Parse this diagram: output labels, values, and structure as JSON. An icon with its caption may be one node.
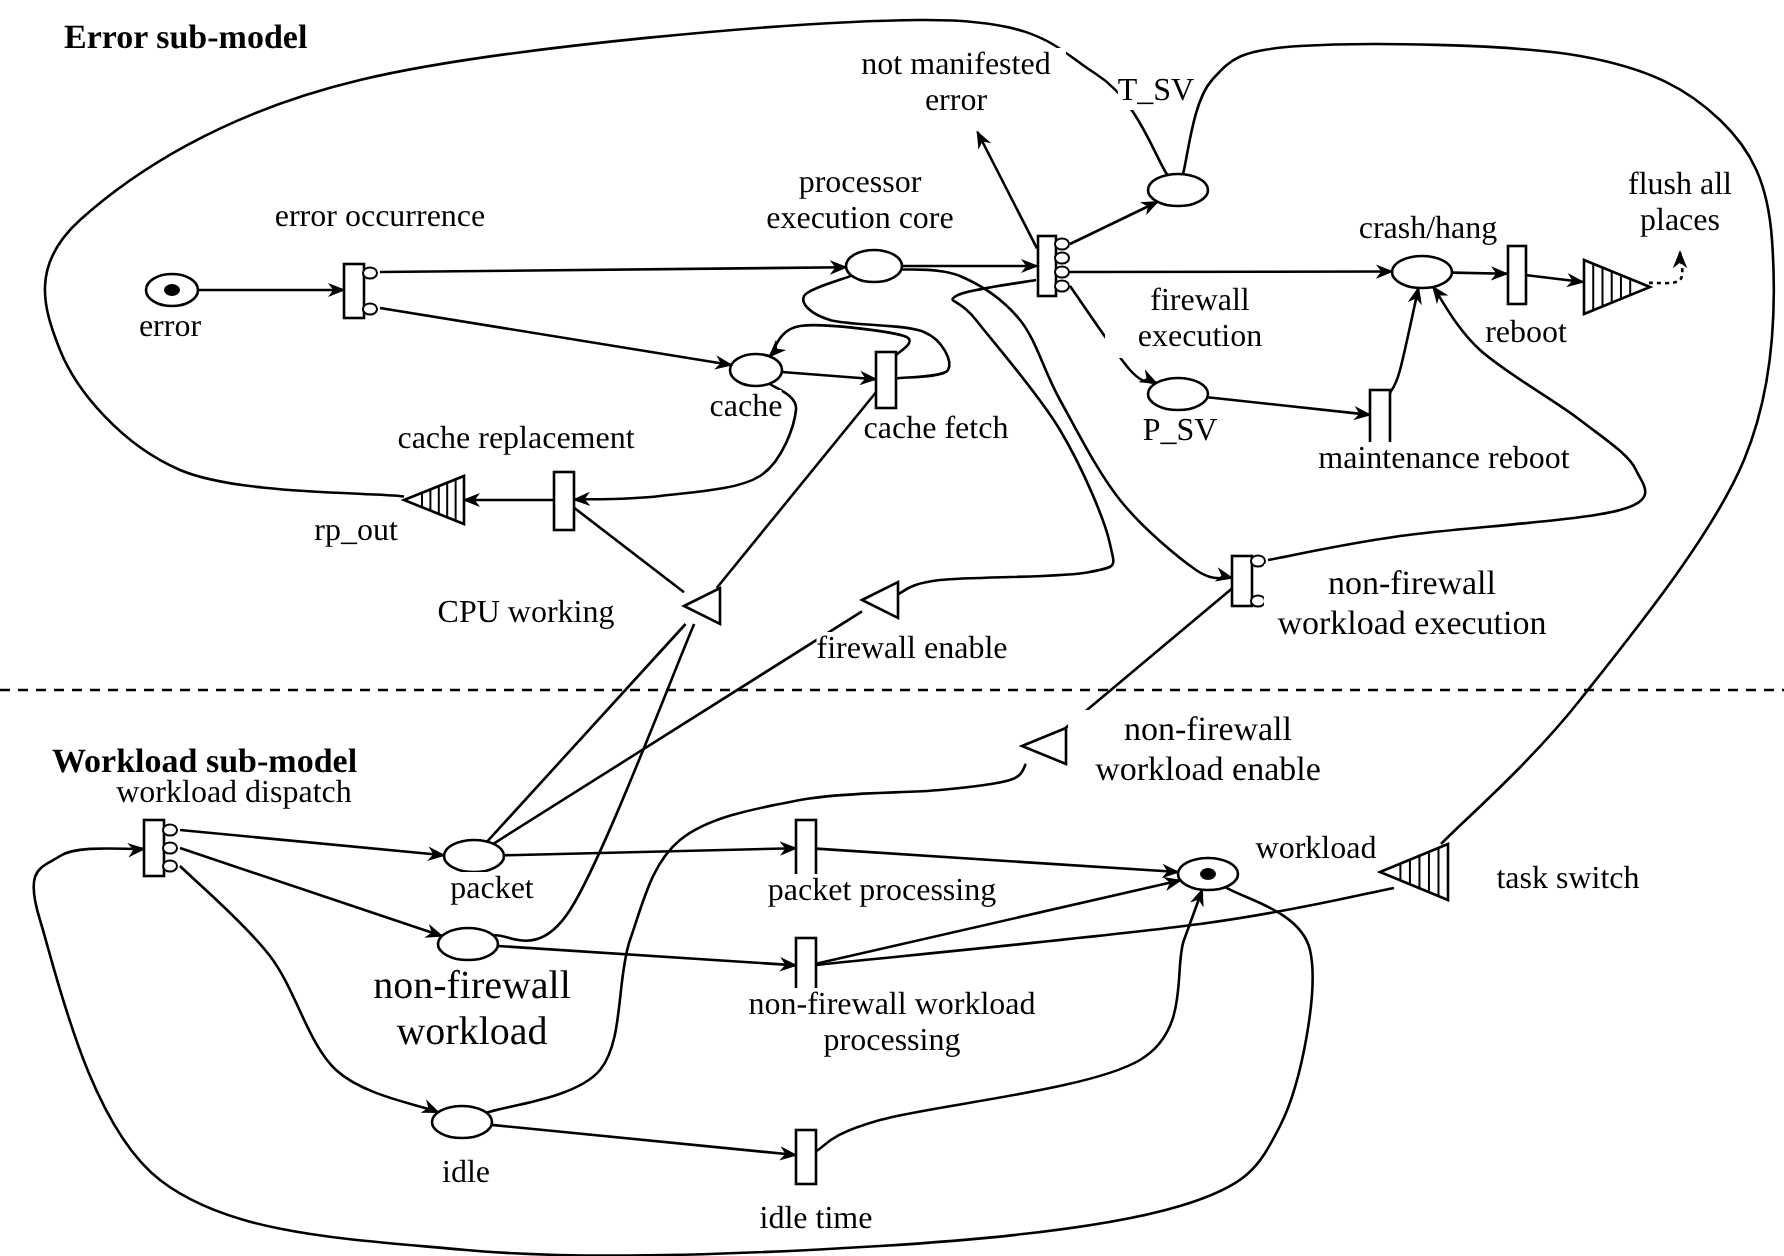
{
  "diagram": {
    "nodes": [
      {
        "text": [
          "error"
        ]
      },
      {
        "text": [
          "error occurrence"
        ]
      },
      {
        "text": [
          "processor execution core"
        ]
      },
      {
        "text": [
          "cache"
        ]
      },
      {
        "text": [
          "cache fetch"
        ]
      },
      {
        "text": [
          "cache replacement"
        ]
      },
      {
        "text": [
          "rp_out"
        ]
      },
      {
        "text": [
          "CPU working"
        ]
      },
      {
        "text": [
          "firewall execution"
        ]
      },
      {
        "text": [
          "not manifested error"
        ]
      },
      {
        "text": [
          "T_SV"
        ]
      },
      {
        "text": [
          "P_SV"
        ]
      },
      {
        "text": [
          "crash/hang"
        ]
      },
      {
        "text": [
          "reboot"
        ]
      },
      {
        "text": [],
        "shape": "triangle"
      },
      {
        "text": [
          "maintenance reboot"
        ]
      },
      {
        "text": [
          "non-firewall workload execution"
        ]
      },
      {
        "text": [
          "firewall enable"
        ]
      },
      {
        "text": [
          "non-firewall workload  enable"
        ]
      },
      {
        "text": [
          "workload dispatch"
        ]
      },
      {
        "text": [
          "packet"
        ]
      },
      {
        "text": [
          "non-firewall workload"
        ]
      },
      {
        "text": [
          "idle"
        ]
      },
      {
        "text": [
          "packet  processing"
        ]
      },
      {
        "text": [
          "non-firewall workload processing"
        ]
      },
      {
        "text": [
          "idle time"
        ]
      },
      {
        "text": [
          "workload"
        ]
      },
      {
        "text": [
          "task switch"
        ]
      },
      {
        "text": [
          "flush all places"
        ]
      }
    ],
    "edges": [
      {
        "from": 0,
        "to": 1,
        "arrow": "to"
      },
      {
        "from": 1,
        "to": 2,
        "arrow": "to"
      },
      {
        "from": 1,
        "to": 3,
        "arrow": "to"
      },
      {
        "from": 2,
        "to": 8,
        "arrow": "to"
      },
      {
        "from": 3,
        "to": 4,
        "arrow": "to"
      },
      {
        "from": 4,
        "to": 3,
        "arrow": "to"
      },
      {
        "from": 4,
        "to": 2,
        "arrow": "none"
      },
      {
        "from": 3,
        "to": 5,
        "arrow": "to"
      },
      {
        "from": 5,
        "to": 6,
        "arrow": "to"
      },
      {
        "from": 5,
        "to": 7,
        "arrow": "none"
      },
      {
        "from": 7,
        "to": 4,
        "arrow": "none"
      },
      {
        "from": 8,
        "to": 9,
        "arrow": "to"
      },
      {
        "from": 8,
        "to": 10,
        "arrow": "to"
      },
      {
        "from": 8,
        "to": 12,
        "arrow": "to"
      },
      {
        "from": 8,
        "to": 11,
        "arrow": "to"
      },
      {
        "from": 8,
        "to": 17,
        "arrow": "none"
      },
      {
        "from": 2,
        "to": 16,
        "arrow": "to"
      },
      {
        "from": 10,
        "to": 6,
        "arrow": "none"
      },
      {
        "from": 10,
        "to": 27,
        "arrow": "none"
      },
      {
        "from": 11,
        "to": 15,
        "arrow": "to"
      },
      {
        "from": 15,
        "to": 12,
        "arrow": "to"
      },
      {
        "from": 16,
        "to": 12,
        "arrow": "to"
      },
      {
        "from": 12,
        "to": 13,
        "arrow": "to"
      },
      {
        "from": 13,
        "to": 14,
        "arrow": "to"
      },
      {
        "from": 14,
        "to": 28,
        "arrow": "to",
        "style": "dashed"
      },
      {
        "from": 18,
        "to": 16,
        "arrow": "none"
      },
      {
        "from": 19,
        "to": 20,
        "arrow": "to"
      },
      {
        "from": 19,
        "to": 21,
        "arrow": "to"
      },
      {
        "from": 19,
        "to": 22,
        "arrow": "to"
      },
      {
        "from": 20,
        "to": 23,
        "arrow": "to"
      },
      {
        "from": 21,
        "to": 24,
        "arrow": "to"
      },
      {
        "from": 22,
        "to": 25,
        "arrow": "to"
      },
      {
        "from": 23,
        "to": 26,
        "arrow": "to"
      },
      {
        "from": 24,
        "to": 26,
        "arrow": "to"
      },
      {
        "from": 25,
        "to": 26,
        "arrow": "to"
      },
      {
        "from": 26,
        "to": 19,
        "arrow": "to"
      },
      {
        "from": 20,
        "to": 7,
        "arrow": "none"
      },
      {
        "from": 20,
        "to": 17,
        "arrow": "none"
      },
      {
        "from": 21,
        "to": 7,
        "arrow": "none"
      },
      {
        "from": 22,
        "to": 18,
        "arrow": "none"
      },
      {
        "from": 27,
        "to": 24,
        "arrow": "none"
      }
    ],
    "labels": [
      "Error sub-model",
      "Workload sub-model"
    ]
  }
}
